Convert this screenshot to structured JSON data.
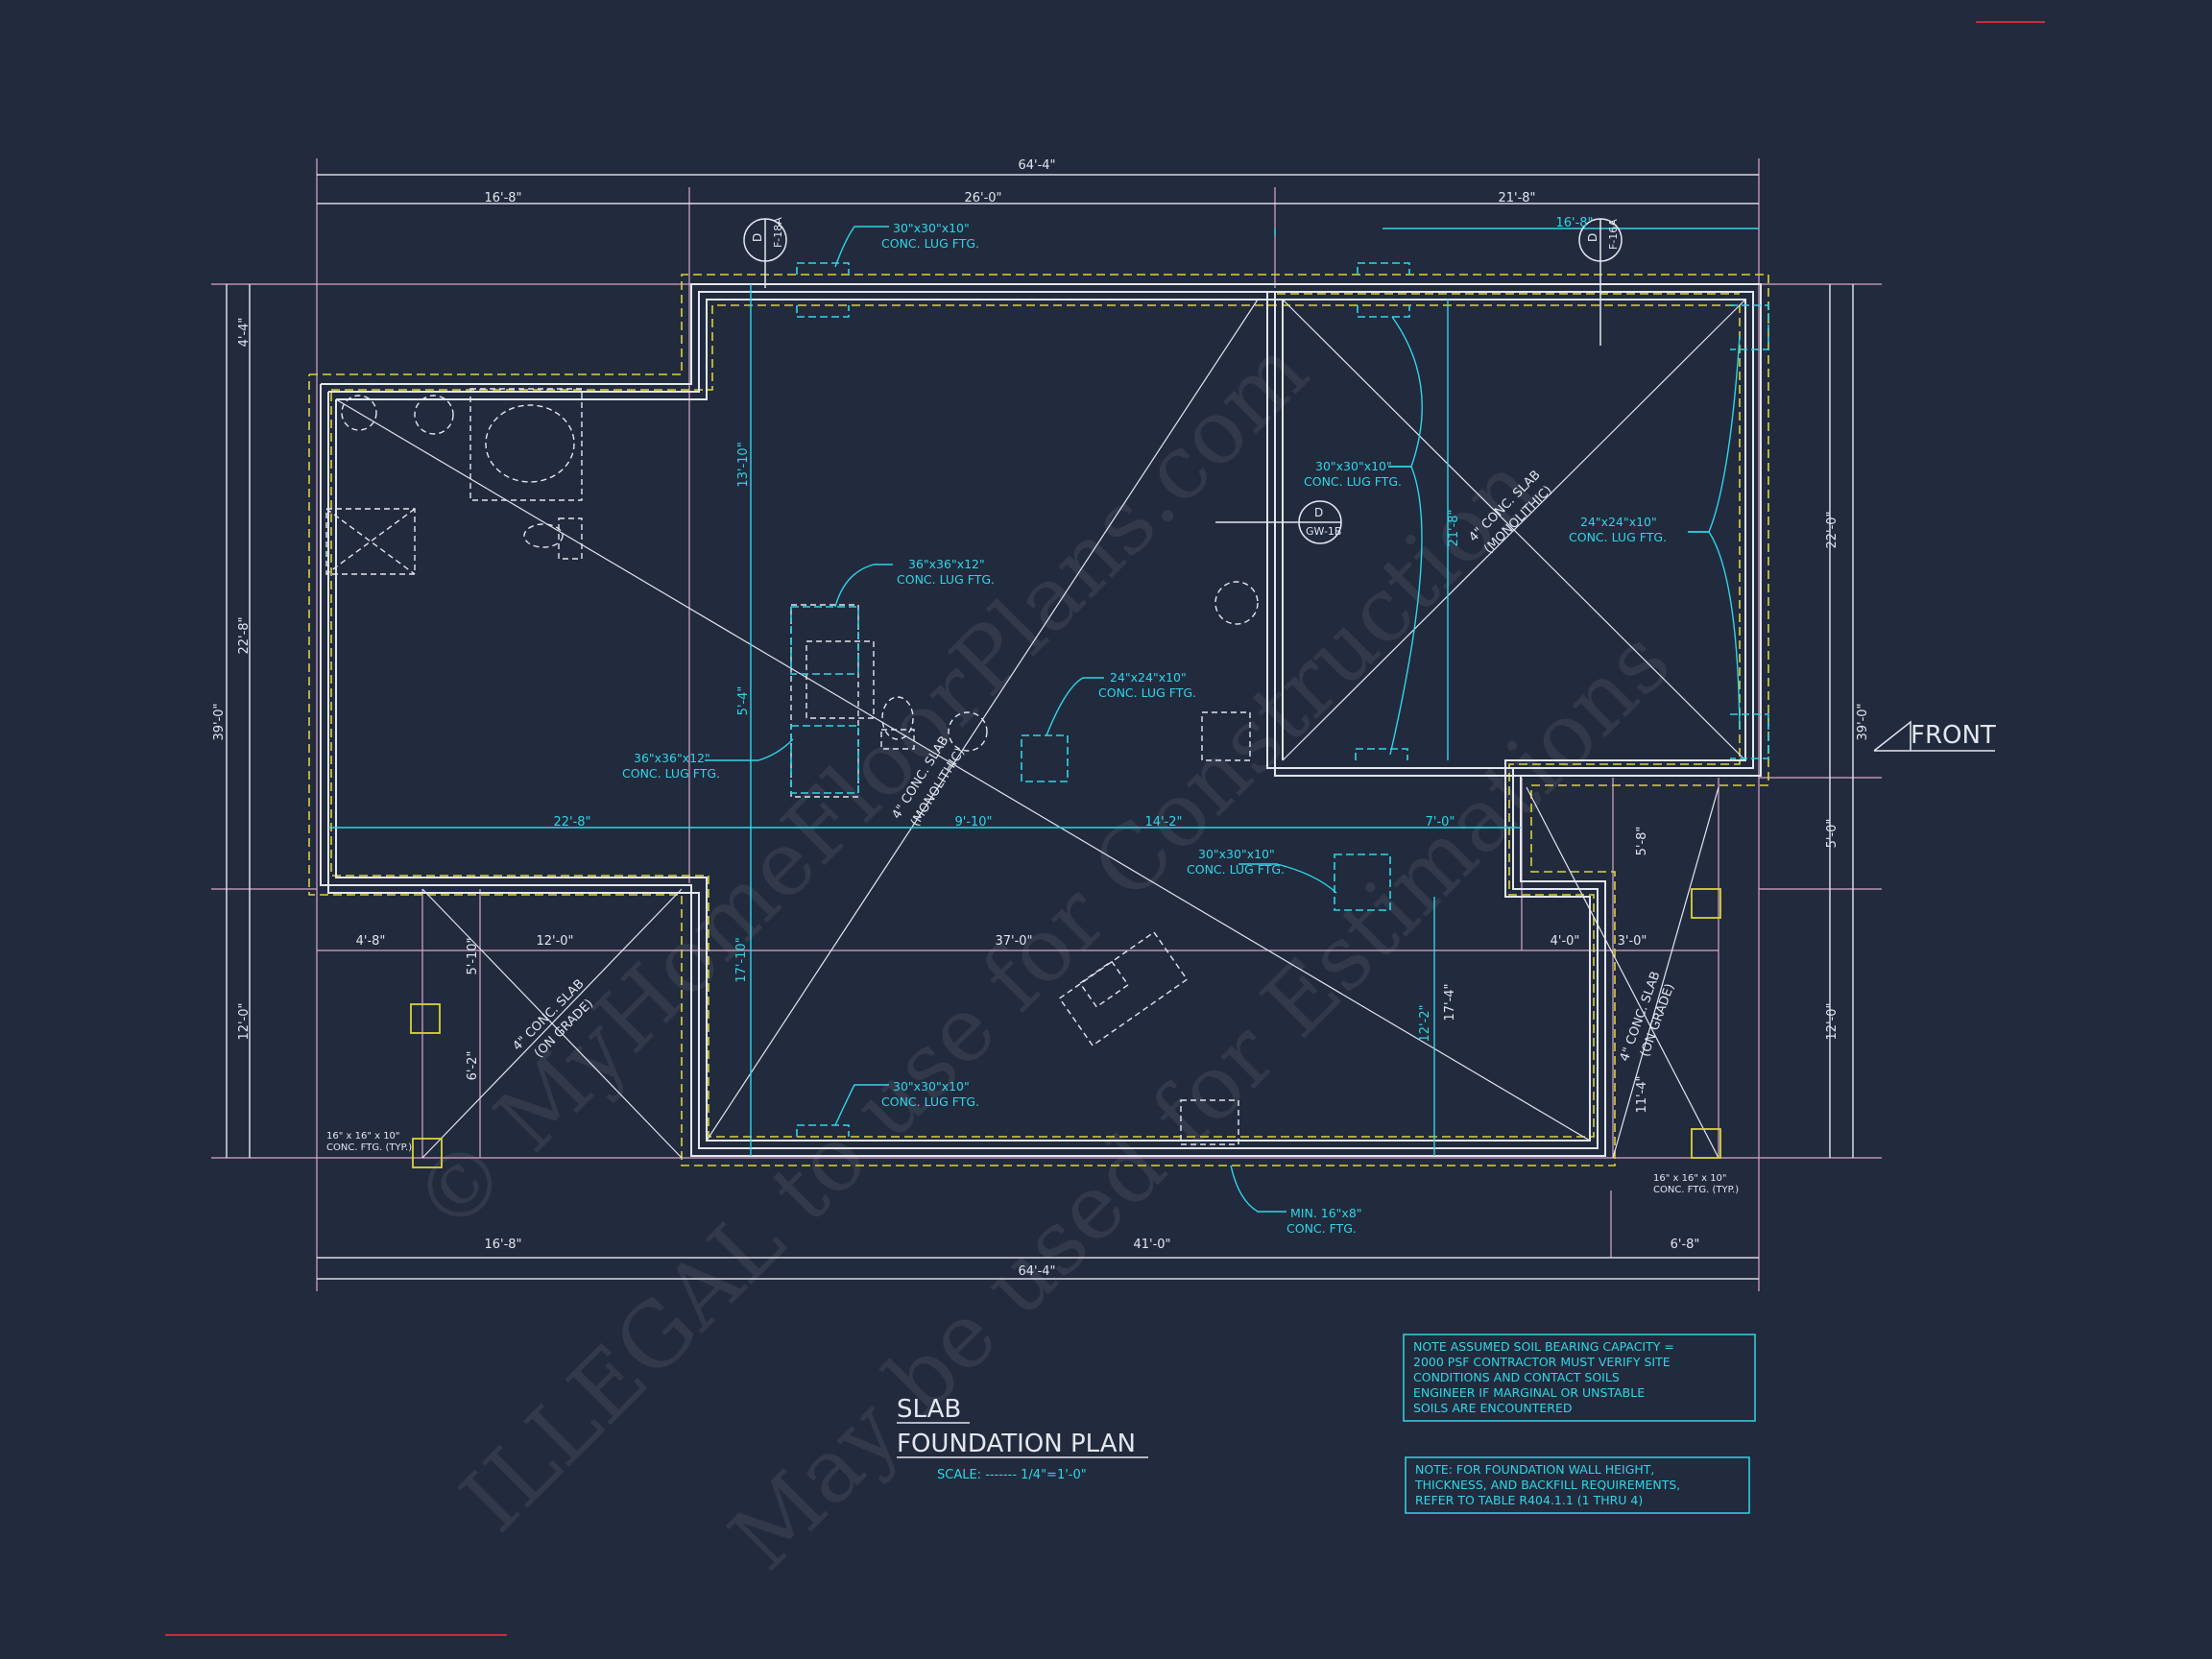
{
  "title": {
    "line1": "SLAB",
    "line2": "FOUNDATION PLAN",
    "scale": "SCALE: ------- 1/4\"=1'-0\""
  },
  "front_label": "FRONT",
  "dims": {
    "top_total": "64'-4\"",
    "top_a": "16'-8\"",
    "top_b": "26'-0\"",
    "top_c": "21'-8\"",
    "top_d": "16'-8\"",
    "bot_total": "64'-4\"",
    "bot_a": "16'-8\"",
    "bot_b": "41'-0\"",
    "bot_c": "6'-8\"",
    "left_total": "39'-0\"",
    "left_a": "4'-4\"",
    "left_b": "22'-8\"",
    "left_c": "12'-0\"",
    "right_total": "39'-0\"",
    "right_a": "22'-0\"",
    "right_b": "5'-0\"",
    "right_c": "12'-0\"",
    "h_22_8": "22'-8\"",
    "h_9_10": "9'-10\"",
    "h_14_2": "14'-2\"",
    "h_7_0": "7'-0\"",
    "v_13_10": "13'-10\"",
    "v_5_4": "5'-4\"",
    "v_21_8": "21'-8\"",
    "p_4_8": "4'-8\"",
    "p_12_0": "12'-0\"",
    "p_37_0": "37'-0\"",
    "p_4_0": "4'-0\"",
    "p_3_0": "3'-0\"",
    "v_5_10": "5'-10\"",
    "v_6_2": "6'-2\"",
    "v_17_10": "17'-10\"",
    "v_12_2": "12'-2\"",
    "v_17_4": "17'-4\"",
    "v_5_8": "5'-8\"",
    "v_11_4": "11'-4\""
  },
  "callouts": {
    "lug_30_top": [
      "30\"x30\"x10\"",
      "CONC. LUG FTG."
    ],
    "lug_36_a": [
      "36\"x36\"x12\"",
      "CONC. LUG FTG."
    ],
    "lug_36_b": [
      "36\"x36\"x12\"",
      "CONC. LUG FTG."
    ],
    "lug_24_mid": [
      "24\"x24\"x10\"",
      "CONC. LUG FTG."
    ],
    "lug_30_garage": [
      "30\"x30\"x10\"",
      "CONC. LUG FTG."
    ],
    "lug_24_garage": [
      "24\"x24\"x10\"",
      "CONC. LUG FTG."
    ],
    "lug_30_center": [
      "30\"x30\"x10\"",
      "CONC. LUG FTG."
    ],
    "lug_30_bottom": [
      "30\"x30\"x10\"",
      "CONC. LUG FTG."
    ],
    "min_ftg": [
      "MIN. 16\"x8\"",
      "CONC. FTG."
    ],
    "ftg_typ_left": [
      "16\" x 16\" x 10\"",
      "CONC. FTG. (TYP.)"
    ],
    "ftg_typ_right": [
      "16\" x 16\" x 10\"",
      "CONC. FTG. (TYP.)"
    ],
    "slab_main": [
      "4\" CONC. SLAB",
      "(MONOLITHIC)"
    ],
    "slab_garage": [
      "4\" CONC. SLAB",
      "(MONOLITHIC)"
    ],
    "slab_porch_left": [
      "4\" CONC. SLAB",
      "(ON GRADE)"
    ],
    "slab_porch_right": [
      "4\" CONC. SLAB",
      "(ON GRADE)"
    ]
  },
  "sections": {
    "a": {
      "top": "D",
      "bottom": "F-18A"
    },
    "b": {
      "top": "D",
      "bottom": "F-16A"
    },
    "c": {
      "top": "D",
      "bottom": "GW-1B"
    }
  },
  "notes": {
    "soil": [
      "NOTE ASSUMED SOIL BEARING CAPACITY =",
      "2000 PSF CONTRACTOR MUST VERIFY SITE",
      "CONDITIONS AND CONTACT SOILS",
      "ENGINEER IF MARGINAL OR UNSTABLE",
      "SOILS ARE ENCOUNTERED"
    ],
    "wall": [
      "NOTE: FOR FOUNDATION WALL HEIGHT,",
      "THICKNESS, AND BACKFILL REQUIREMENTS,",
      "REFER TO TABLE R404.1.1 (1 THRU 4)"
    ]
  },
  "watermark": [
    "© MyHomeFloorPlans.com",
    "ILLEGAL to use for Construction",
    "May be used for Estimations"
  ],
  "colors": {
    "background": "#222a3d",
    "line": "#dfe3ee",
    "dim": "#d9a8c8",
    "cyan": "#2fd6e6",
    "yellow": "#d9d23a",
    "red": "#c0303a"
  }
}
